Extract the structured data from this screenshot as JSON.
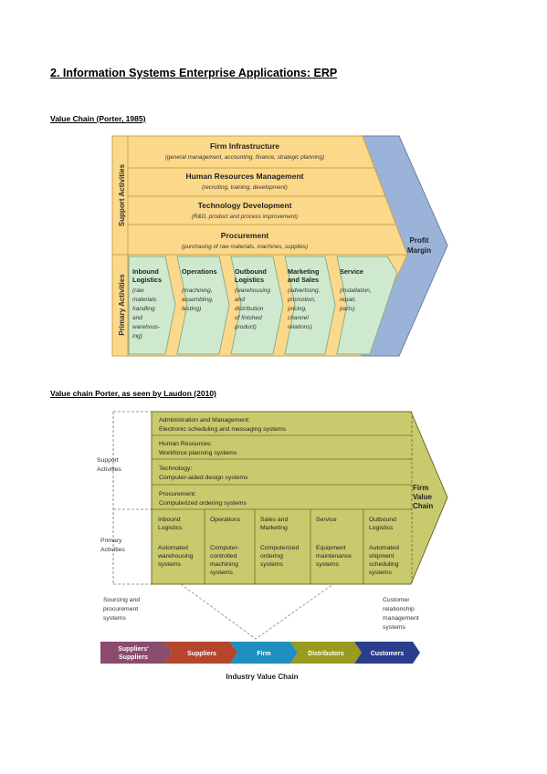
{
  "page_title": "2. Information Systems Enterprise Applications: ERP",
  "diagram1": {
    "caption": "Value Chain (Porter, 1985)",
    "side_support": "Support Activities",
    "side_primary": "Primary Activities",
    "support_rows": [
      {
        "title": "Firm Infrastructure",
        "sub": "(general management, accounting, finance, strategic planning)"
      },
      {
        "title": "Human Resources Management",
        "sub": "(recruiting, training, development)"
      },
      {
        "title": "Technology Development",
        "sub": "(R&D, product and process improvement)"
      },
      {
        "title": "Procurement",
        "sub": "(purchasing of raw materials, machines, supplies)"
      }
    ],
    "primary": [
      {
        "title": [
          "Inbound",
          "Logistics"
        ],
        "sub": [
          "(raw",
          "materials",
          "handling",
          "and",
          "warehous-",
          "ing)"
        ]
      },
      {
        "title": [
          "Operations"
        ],
        "sub": [
          "(machining,",
          "assembling,",
          "testing)"
        ]
      },
      {
        "title": [
          "Outbound",
          "Logistics"
        ],
        "sub": [
          "(warehousing",
          "and",
          "distribution",
          "of finished",
          "product)"
        ]
      },
      {
        "title": [
          "Marketing",
          "and Sales"
        ],
        "sub": [
          "(advertising,",
          "promotion,",
          "pricing,",
          "channel",
          "relations)"
        ]
      },
      {
        "title": [
          "Service"
        ],
        "sub": [
          "(installation,",
          "repair,",
          "parts)"
        ]
      }
    ],
    "margin_label": [
      "Profit",
      "Margin"
    ]
  },
  "diagram2": {
    "caption": "Value chain Porter, as seen by Laudon (2010)",
    "support_label": [
      "Support",
      "Activities"
    ],
    "primary_label": [
      "Primary",
      "Activities"
    ],
    "support_rows": [
      {
        "title": "Administration and Management:",
        "sub": "Electronic scheduling and messaging systems"
      },
      {
        "title": "Human Resources:",
        "sub": "Workforce planning systems"
      },
      {
        "title": "Technology:",
        "sub": "Computer-aided design systems"
      },
      {
        "title": "Procurement:",
        "sub": "Computerized ordering systems"
      }
    ],
    "primary": [
      {
        "title": [
          "Inbound",
          "Logistics"
        ],
        "sub": [
          "Automated",
          "warehousing",
          "systems"
        ]
      },
      {
        "title": [
          "Operations"
        ],
        "sub": [
          "Computer-",
          "controlled",
          "machining",
          "systems"
        ]
      },
      {
        "title": [
          "Sales and",
          "Marketing"
        ],
        "sub": [
          "Computerized",
          "ordering",
          "systems"
        ]
      },
      {
        "title": [
          "Service"
        ],
        "sub": [
          "Equipment",
          "maintenance",
          "systems"
        ]
      },
      {
        "title": [
          "Outbound",
          "Logistics"
        ],
        "sub": [
          "Automated",
          "shipment",
          "scheduling",
          "systems"
        ]
      }
    ],
    "firm_label": [
      "Firm",
      "Value",
      "Chain"
    ],
    "sourcing_label": [
      "Sourcing and",
      "procurement",
      "systems"
    ],
    "crm_label": [
      "Customer",
      "relationship",
      "management",
      "systems"
    ],
    "industry_chain": [
      {
        "label": [
          "Suppliers'",
          "Suppliers"
        ],
        "color": "#8a4b6e"
      },
      {
        "label": [
          "Suppliers"
        ],
        "color": "#b5452c"
      },
      {
        "label": [
          "Firm"
        ],
        "color": "#1e8fbf"
      },
      {
        "label": [
          "Distributors"
        ],
        "color": "#9a9a1e"
      },
      {
        "label": [
          "Customers"
        ],
        "color": "#2b3e8c"
      }
    ],
    "industry_caption": "Industry Value Chain"
  },
  "colors": {
    "porter_fill": "#fcd98a",
    "porter_primary_fill": "#cfe9cf",
    "porter_margin": "#9bb3d8",
    "laudon_fill": "#c9c96e",
    "laudon_border": "#6e6e26"
  }
}
